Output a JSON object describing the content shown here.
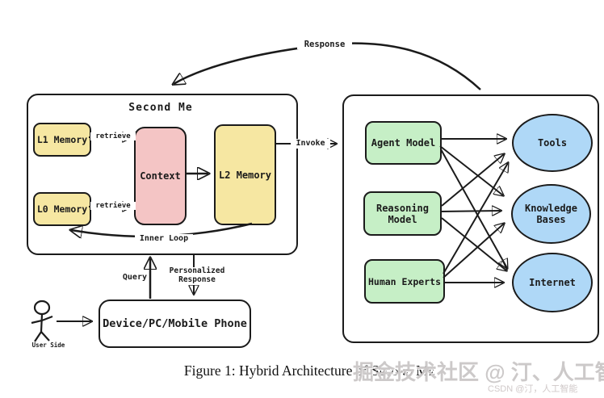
{
  "diagram": {
    "second_me": {
      "title": "Second Me",
      "l1_memory": "L1 Memory",
      "l0_memory": "L0 Memory",
      "context": "Context",
      "l2_memory": "L2 Memory",
      "retrieve_top": "retrieve",
      "retrieve_bottom": "retrieve",
      "inner_loop": "Inner Loop"
    },
    "network": {
      "agent_model": "Agent Model",
      "reasoning_model": "Reasoning Model",
      "human_experts": "Human Experts",
      "tools": "Tools",
      "knowledge_bases": "Knowledge Bases",
      "internet": "Internet"
    },
    "flow_labels": {
      "response": "Response",
      "invoke": "Invoke",
      "query": "Query",
      "personalized_response": "Personalized Response",
      "user_side": "User Side",
      "device": "Device/PC/Mobile Phone"
    },
    "colors": {
      "memory_yellow": "#f6e7a2",
      "context_pink": "#f4c5c5",
      "model_green": "#c6efc6",
      "resource_blue": "#afd8f7",
      "stroke": "#1b1b1b"
    }
  },
  "caption": {
    "prefix": "Figure 1: Hybrid Architecture of ",
    "smallcaps": "Second Me"
  },
  "watermarks": {
    "large": "掘金技术社区 @ 汀、人工智能",
    "small": "CSDN @汀，人工智能"
  }
}
